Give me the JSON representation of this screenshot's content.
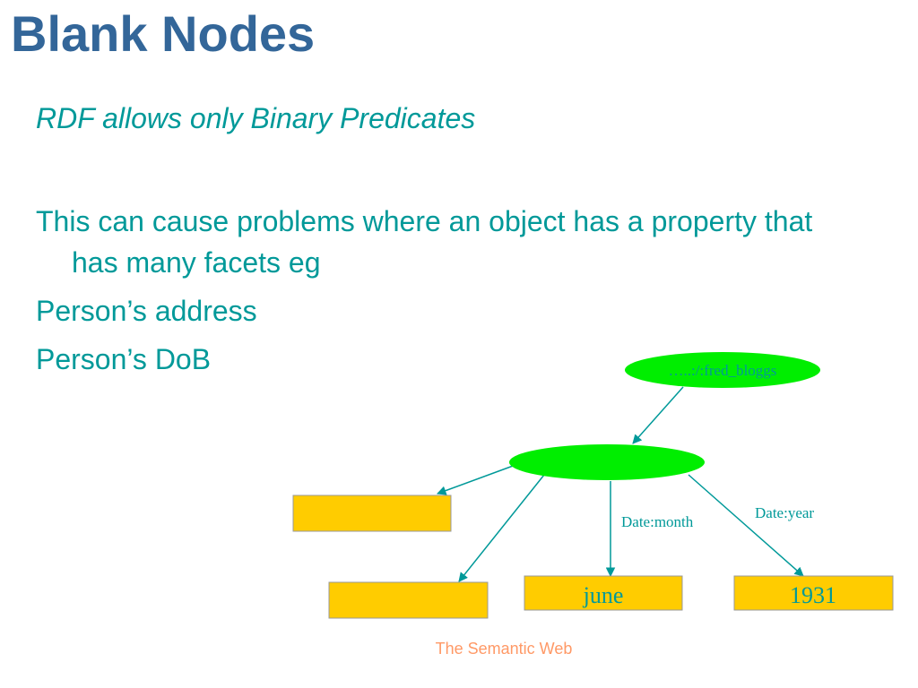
{
  "slide": {
    "title": "Blank Nodes",
    "subtitle": "RDF allows only Binary Predicates",
    "bullets": [
      "This can cause problems where an object has a property that has many facets eg",
      "Person’s address",
      "Person’s DoB"
    ],
    "footer": "The Semantic Web"
  },
  "diagram": {
    "nodes": {
      "subject": {
        "label": "…..:/:fred_bloggs",
        "shape": "ellipse",
        "fill": "#00ee00"
      },
      "blank": {
        "label": "",
        "shape": "ellipse",
        "fill": "#00ee00"
      },
      "box_left_upper": {
        "label": "",
        "shape": "rectangle",
        "fill": "#ffcc00"
      },
      "box_left_lower": {
        "label": "",
        "shape": "rectangle",
        "fill": "#ffcc00"
      },
      "box_june": {
        "label": "june",
        "shape": "rectangle",
        "fill": "#ffcc00"
      },
      "box_1931": {
        "label": "1931",
        "shape": "rectangle",
        "fill": "#ffcc00"
      }
    },
    "edges": {
      "month_label": "Date:month",
      "year_label": "Date:year"
    },
    "colors": {
      "edge": "#009999",
      "text": "#009999"
    }
  }
}
